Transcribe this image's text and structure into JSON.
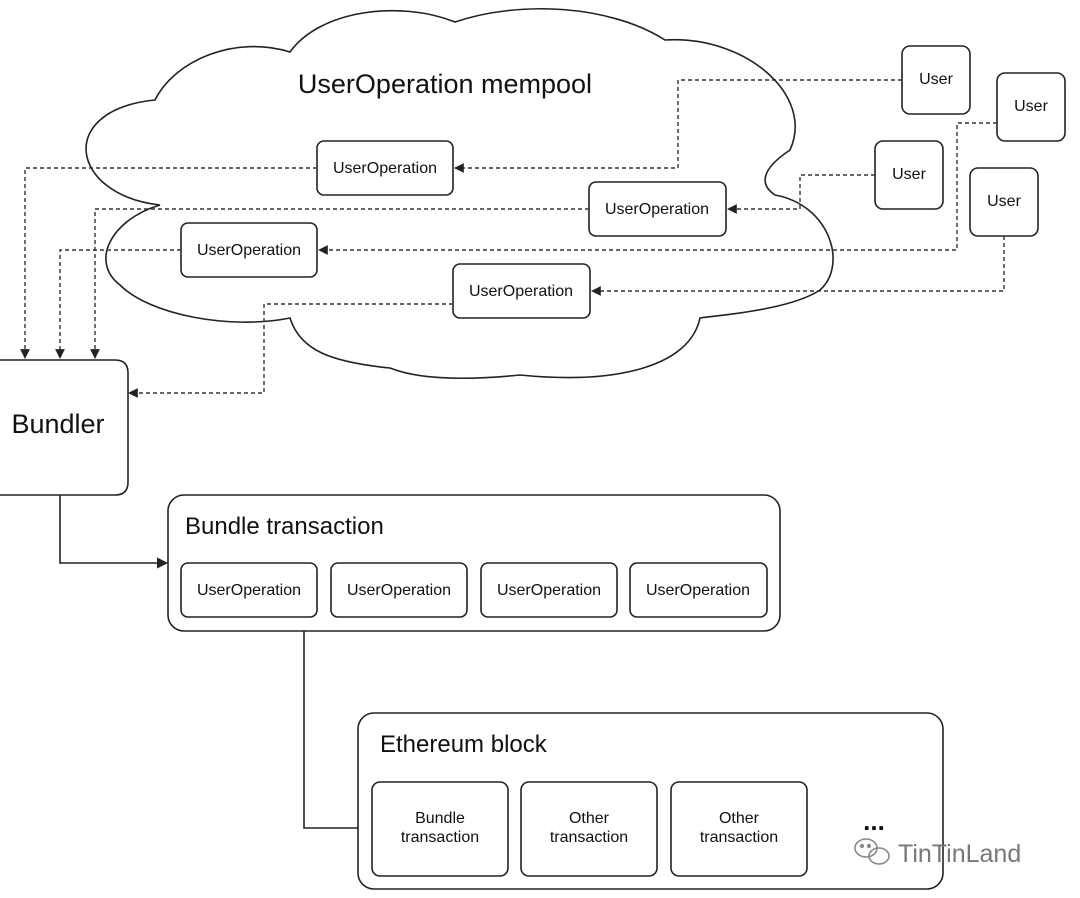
{
  "cloud": {
    "title": "UserOperation mempool"
  },
  "users": [
    "User",
    "User",
    "User",
    "User"
  ],
  "mempool_ops": [
    "UserOperation",
    "UserOperation",
    "UserOperation",
    "UserOperation"
  ],
  "bundler": {
    "label": "Bundler"
  },
  "bundle_tx": {
    "title": "Bundle transaction",
    "items": [
      "UserOperation",
      "UserOperation",
      "UserOperation",
      "UserOperation"
    ]
  },
  "eth_block": {
    "title": "Ethereum block",
    "items": [
      {
        "line1": "Bundle",
        "line2": "transaction"
      },
      {
        "line1": "Other",
        "line2": "transaction"
      },
      {
        "line1": "Other",
        "line2": "transaction"
      }
    ],
    "more": "..."
  },
  "watermark": {
    "text": "TinTinLand",
    "icon": "wechat-icon"
  },
  "colors": {
    "stroke": "#222222",
    "text": "#111111",
    "watermark": "#777777"
  }
}
